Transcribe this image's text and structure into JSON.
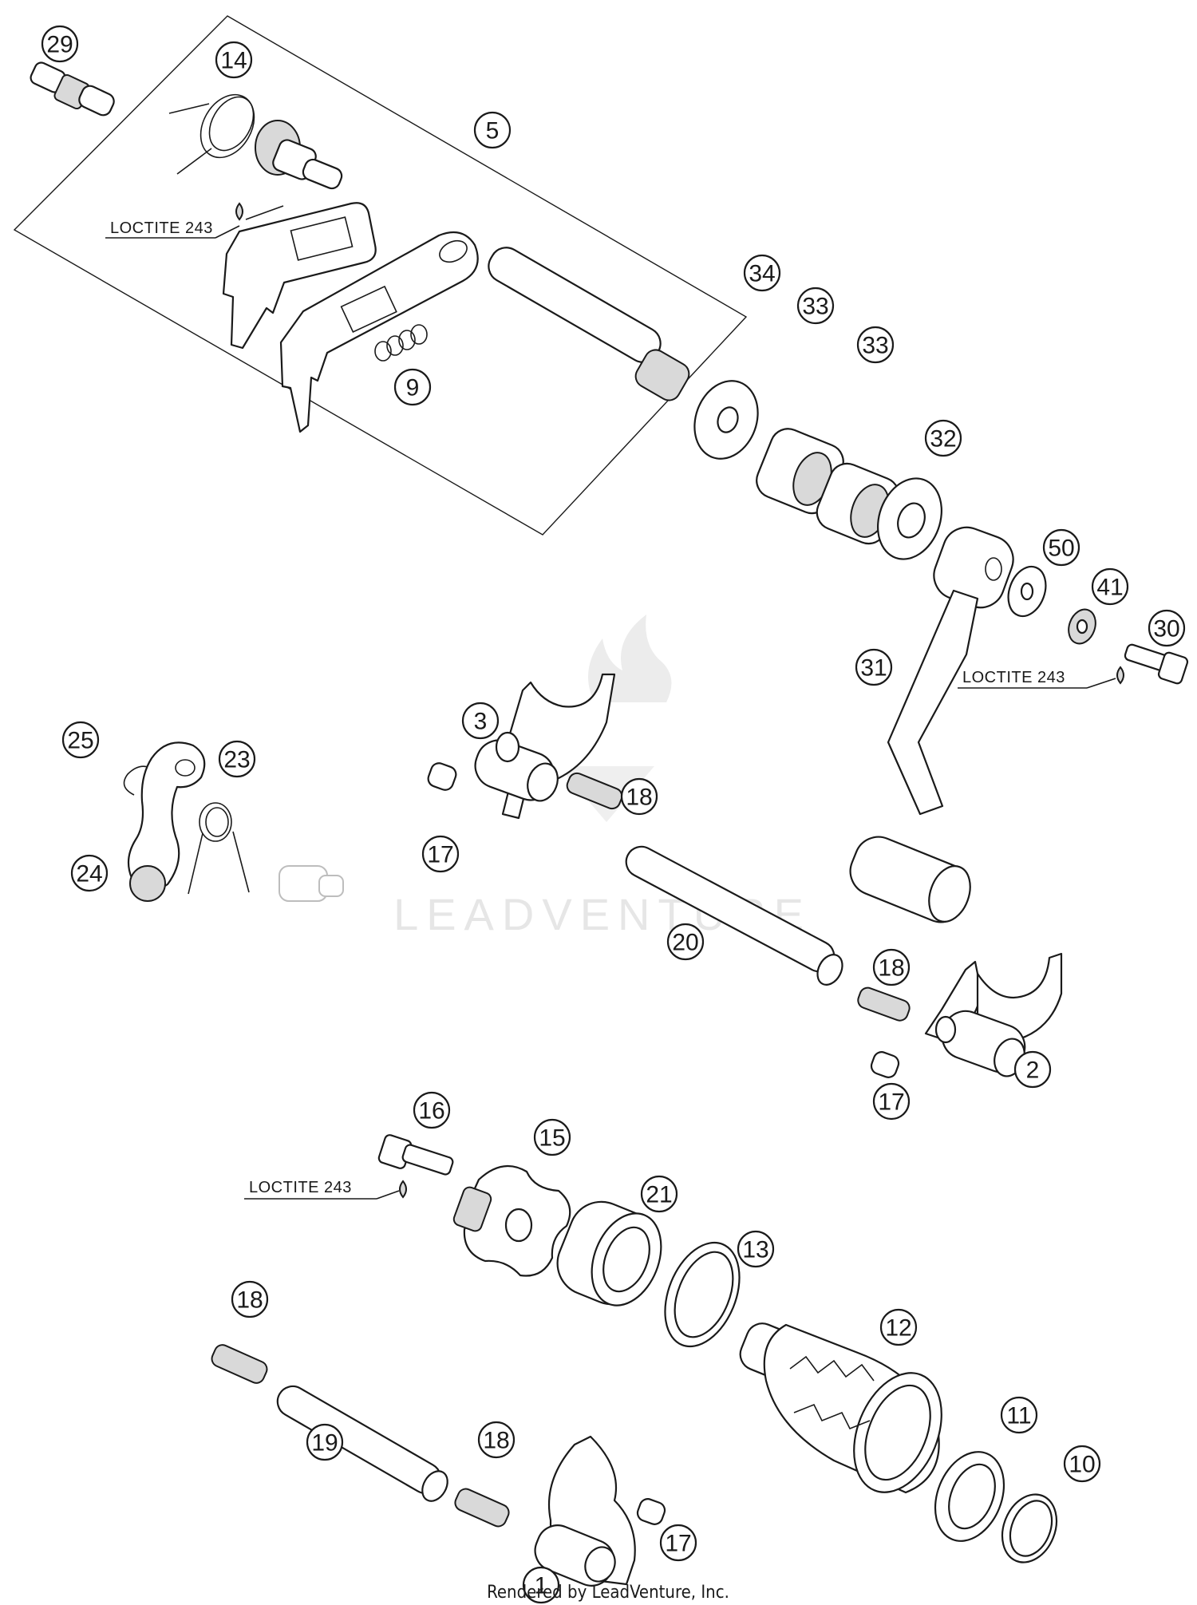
{
  "callouts": [
    {
      "id": "29",
      "label": "29"
    },
    {
      "id": "14",
      "label": "14"
    },
    {
      "id": "5",
      "label": "5"
    },
    {
      "id": "9",
      "label": "9"
    },
    {
      "id": "34",
      "label": "34"
    },
    {
      "id": "33a",
      "label": "33"
    },
    {
      "id": "33b",
      "label": "33"
    },
    {
      "id": "32",
      "label": "32"
    },
    {
      "id": "50",
      "label": "50"
    },
    {
      "id": "41",
      "label": "41"
    },
    {
      "id": "30",
      "label": "30"
    },
    {
      "id": "31",
      "label": "31"
    },
    {
      "id": "3",
      "label": "3"
    },
    {
      "id": "18a",
      "label": "18"
    },
    {
      "id": "17a",
      "label": "17"
    },
    {
      "id": "25",
      "label": "25"
    },
    {
      "id": "23",
      "label": "23"
    },
    {
      "id": "24",
      "label": "24"
    },
    {
      "id": "20",
      "label": "20"
    },
    {
      "id": "18b",
      "label": "18"
    },
    {
      "id": "2",
      "label": "2"
    },
    {
      "id": "17b",
      "label": "17"
    },
    {
      "id": "16",
      "label": "16"
    },
    {
      "id": "15",
      "label": "15"
    },
    {
      "id": "21",
      "label": "21"
    },
    {
      "id": "13",
      "label": "13"
    },
    {
      "id": "12",
      "label": "12"
    },
    {
      "id": "18c",
      "label": "18"
    },
    {
      "id": "19",
      "label": "19"
    },
    {
      "id": "18d",
      "label": "18"
    },
    {
      "id": "11",
      "label": "11"
    },
    {
      "id": "10",
      "label": "10"
    },
    {
      "id": "17c",
      "label": "17"
    },
    {
      "id": "1",
      "label": "1"
    }
  ],
  "notes": {
    "loctite_1": "LOCTITE 243",
    "loctite_2": "LOCTITE 243",
    "loctite_3": "LOCTITE 243"
  },
  "watermark": "LEADVENTURE",
  "footer": "Rendered by LeadVenture, Inc."
}
